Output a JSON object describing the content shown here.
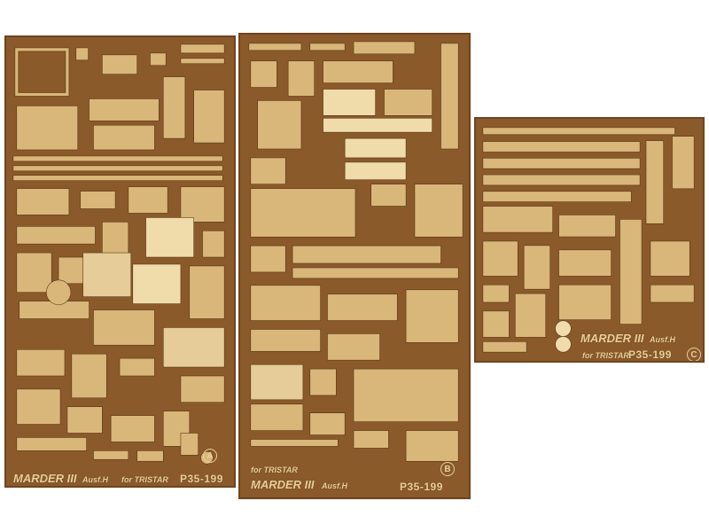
{
  "colors": {
    "brass_dark": "#8a5a2b",
    "brass_light": "#d9b77a",
    "brass_highlight": "#f0dcaa",
    "background": "#ffffff"
  },
  "frets": [
    {
      "title": "MARDER III",
      "variant": "Ausf.H",
      "maker_note": "for TRISTAR",
      "code": "P35-199",
      "sheet_letter": "A"
    },
    {
      "title": "MARDER III",
      "variant": "Ausf.H",
      "maker_note": "for TRISTAR",
      "code": "P35-199",
      "sheet_letter": "B"
    },
    {
      "title": "MARDER III",
      "variant": "Ausf.H",
      "maker_note": "for TRISTAR",
      "code": "P35-199",
      "sheet_letter": "C"
    }
  ]
}
